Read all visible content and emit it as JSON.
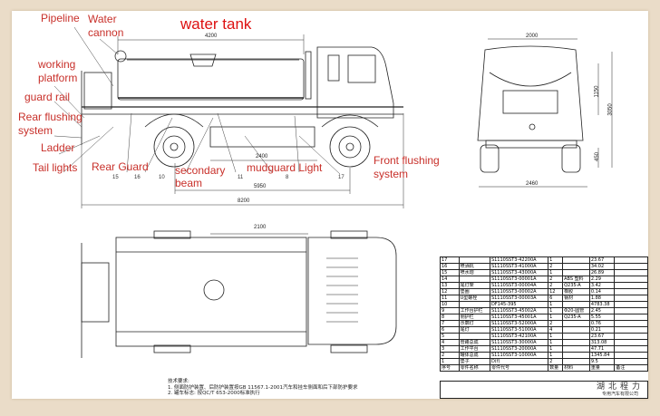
{
  "title": "water tank",
  "labels": {
    "pipeline": "Pipeline",
    "water_cannon_1": "Water",
    "water_cannon_2": "cannon",
    "working_platform_1": "working",
    "working_platform_2": "platform",
    "guard_rail": "guard rail",
    "rear_flushing_1": "Rear flushing",
    "rear_flushing_2": "system",
    "ladder": "Ladder",
    "tail_lights": "Tail lights",
    "rear_guard": "Rear Guard",
    "secondary_beam_1": "secondary",
    "secondary_beam_2": "beam",
    "mudguard_light": "mudguard Light",
    "front_flushing_1": "Front flushing",
    "front_flushing_2": "system"
  },
  "callouts": [
    "15",
    "16",
    "10",
    "11",
    "8",
    "17"
  ],
  "dimensions": {
    "tank_length": "4200",
    "mid": "2400",
    "wheelbase": "5950",
    "overall_length": "8200",
    "top_width": "2100",
    "front_width_top": "2000",
    "front_width_bottom": "2460",
    "height_1150": "1150",
    "height_total": "3050",
    "height_450": "450"
  },
  "notes": [
    "技术要求:",
    "1. 侧面防护装置、后防护装置按GB 11567.1-2001汽车和挂车侧面和后下部防护要求",
    "2. 罐车标志: 按QC/T 653-2000标准执行"
  ],
  "bom": {
    "rows": [
      [
        "17",
        "",
        "S1110SST3-42200A",
        "1",
        "",
        "23.67",
        ""
      ],
      [
        "16",
        "喷洒机",
        "S1110SST3-41000A",
        "2",
        "",
        "34.02",
        ""
      ],
      [
        "15",
        "喷水炮",
        "S1110SST3-43000A",
        "1",
        "",
        "26.89",
        ""
      ],
      [
        "14",
        "",
        "S1110SST3-00001A",
        "2",
        "ABS 塑料",
        "2.29",
        ""
      ],
      [
        "13",
        "尾灯架",
        "S1110SST3-00004A",
        "2",
        "Q235-A",
        "3.42",
        ""
      ],
      [
        "12",
        "垫圈",
        "S1110SST3-00002A",
        "12",
        "橡胶",
        "0.14",
        ""
      ],
      [
        "11",
        "U型螺栓",
        "S1110SST3-00003A",
        "6",
        "钢材",
        "1.88",
        ""
      ],
      [
        "10",
        "",
        "DF145-395",
        "1",
        "",
        "4783.38",
        ""
      ],
      [
        "9",
        "工作台护栏",
        "S1110SST3-45002A",
        "1",
        "Φ20-圆管",
        "2.45",
        ""
      ],
      [
        "8",
        "侧护栏",
        "S1110SST3-45001A",
        "1",
        "Q235-A",
        "5.55",
        ""
      ],
      [
        "7",
        "示廓灯",
        "S1110SST3-52000A",
        "2",
        "",
        "0.76",
        ""
      ],
      [
        "6",
        "尾灯",
        "S1110SST3-51000A",
        "4",
        "",
        "0.21",
        ""
      ],
      [
        "5",
        "",
        "S1110SST3-42100A",
        "1",
        "",
        "23.67",
        ""
      ],
      [
        "4",
        "管路总成",
        "S1110SST3-30000A",
        "1",
        "",
        "313.08",
        ""
      ],
      [
        "3",
        "工作平台",
        "S1110SST3-20000A",
        "1",
        "",
        "47.71",
        ""
      ],
      [
        "2",
        "罐体总成",
        "S1110SST3-10000A",
        "1",
        "",
        "1345.84",
        ""
      ],
      [
        "1",
        "垫子",
        "D(f)",
        "2",
        "",
        "9.5",
        ""
      ]
    ],
    "header": [
      "序号",
      "零件名称",
      "零件代号",
      "数量",
      "材料",
      "重量",
      "备注"
    ]
  },
  "title_block": {
    "company": "湖北程力",
    "subtitle": "专用汽车有限公司"
  }
}
